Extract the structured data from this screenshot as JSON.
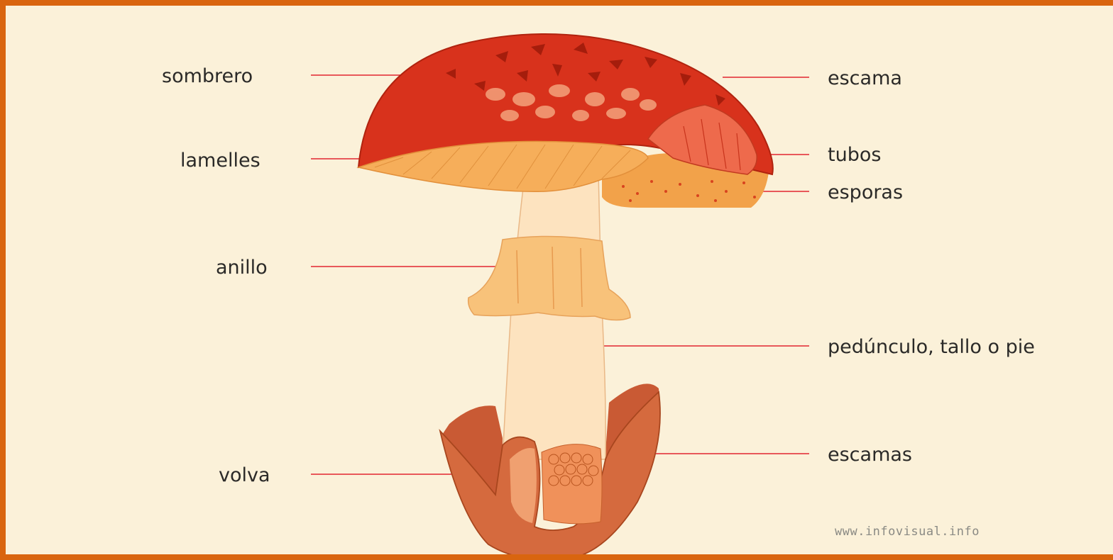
{
  "labels": {
    "sombrero": "sombrero",
    "lamelles": "lamelles",
    "anillo": "anillo",
    "volva": "volva",
    "escama": "escama",
    "tubos": "tubos",
    "esporas": "esporas",
    "peduncle": "pedúnculo, tallo o pie",
    "escamas": "escamas"
  },
  "watermark": "www.infovisual.info",
  "colors": {
    "frame": "#d9650f",
    "background": "#fbf1d9",
    "leader_line": "#e8585a",
    "cap": "#d8321c",
    "gills": "#f6ae5a",
    "stem": "#fde3bf",
    "ring": "#f8c27a",
    "volva": "#d56a3e"
  }
}
